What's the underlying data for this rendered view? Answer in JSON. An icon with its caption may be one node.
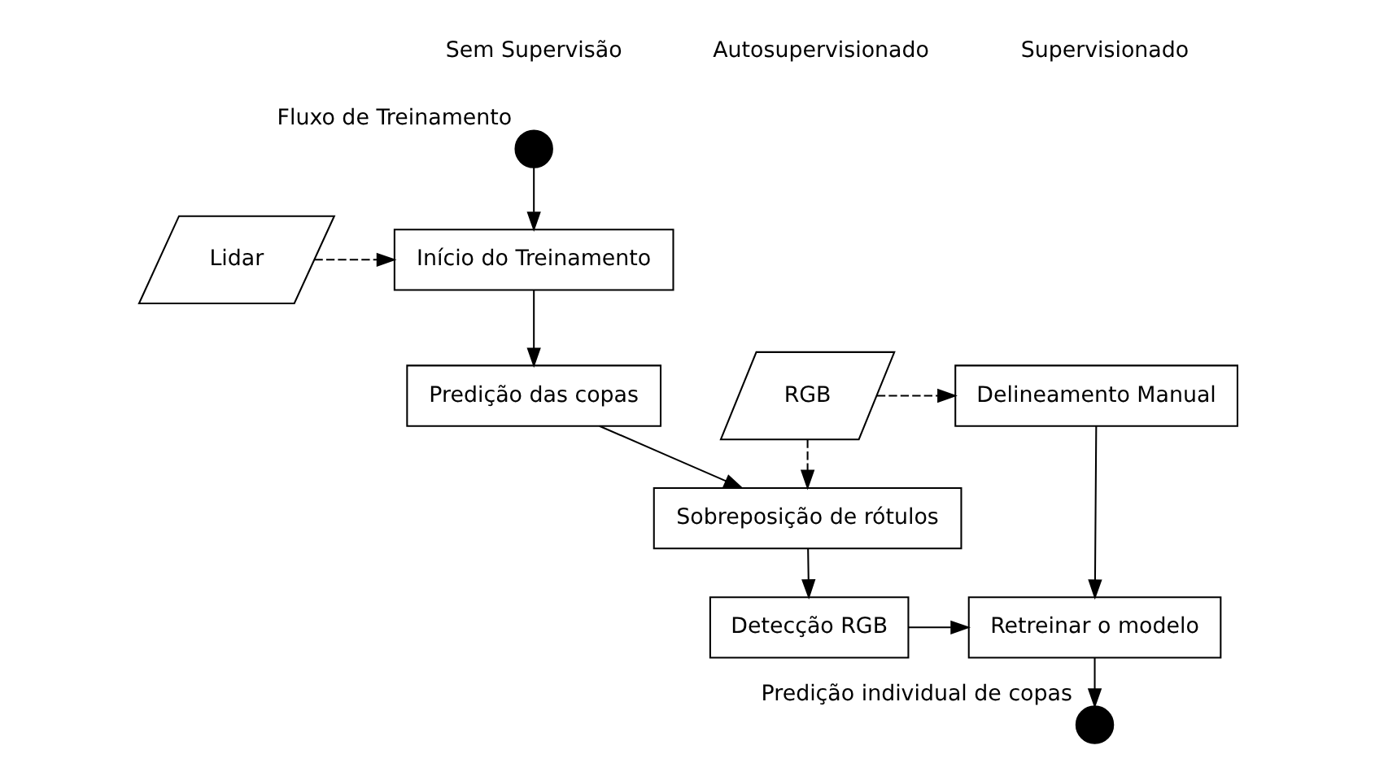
{
  "diagram": {
    "nodes": [
      {
        "text": [],
        "shape": "circle",
        "beside": [
          "Fluxo de Treinamento"
        ]
      },
      {
        "text": [
          "Lidar"
        ]
      },
      {
        "text": [
          "Início do Treinamento"
        ]
      },
      {
        "text": [
          "Predição das copas"
        ]
      },
      {
        "text": [
          "RGB"
        ]
      },
      {
        "text": [
          "Delineamento Manual"
        ]
      },
      {
        "text": [
          "Sobreposição de rótulos"
        ]
      },
      {
        "text": [
          "Detecção RGB"
        ]
      },
      {
        "text": [
          "Retreinar o modelo"
        ]
      },
      {
        "text": [],
        "shape": "circle",
        "beside": [
          "Predição individual de copas"
        ]
      }
    ],
    "edges": [
      {
        "from": 0,
        "to": 2,
        "arrow": "to"
      },
      {
        "from": 1,
        "to": 2,
        "arrow": "to",
        "style": "dashed"
      },
      {
        "from": 2,
        "to": 3,
        "arrow": "to"
      },
      {
        "from": 3,
        "to": 6,
        "arrow": "to"
      },
      {
        "from": 4,
        "to": 6,
        "arrow": "to",
        "style": "dashed"
      },
      {
        "from": 4,
        "to": 5,
        "arrow": "to",
        "style": "dashed"
      },
      {
        "from": 6,
        "to": 7,
        "arrow": "to"
      },
      {
        "from": 7,
        "to": 8,
        "arrow": "to"
      },
      {
        "from": 5,
        "to": 8,
        "arrow": "to"
      },
      {
        "from": 8,
        "to": 9,
        "arrow": "to"
      }
    ],
    "labels": [
      "Sem Supervisão",
      "Autosupervisionado",
      "Supervisionado"
    ]
  }
}
